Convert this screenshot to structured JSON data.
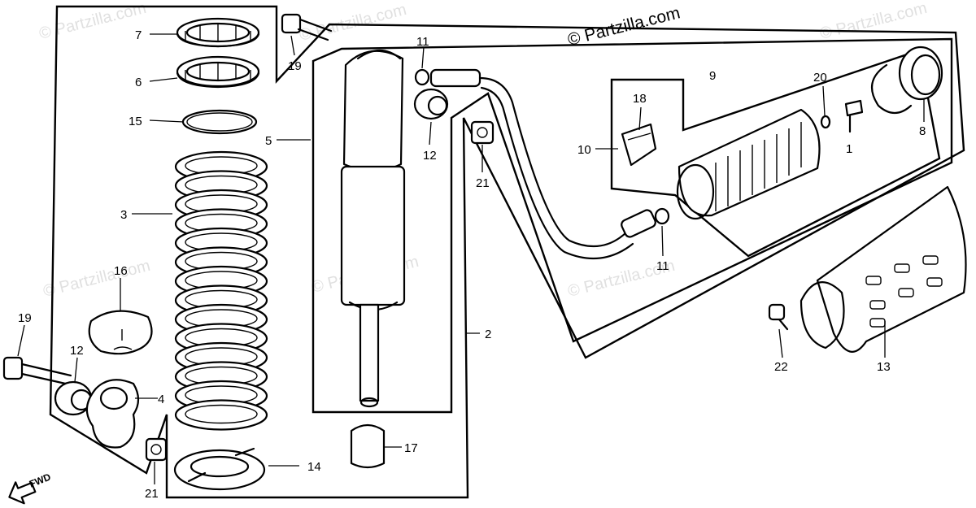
{
  "watermark": {
    "top_text": "© Partzilla.com",
    "repeat_text": "© Partzilla.com"
  },
  "fwd_label": "FWD",
  "callouts": {
    "c1": "1",
    "c2": "2",
    "c3": "3",
    "c4": "4",
    "c5": "5",
    "c6": "6",
    "c7": "7",
    "c8": "8",
    "c9": "9",
    "c10": "10",
    "c11a": "11",
    "c11b": "11",
    "c12a": "12",
    "c12b": "12",
    "c13": "13",
    "c14": "14",
    "c15": "15",
    "c16": "16",
    "c17": "17",
    "c18": "18",
    "c19a": "19",
    "c19b": "19",
    "c20": "20",
    "c21a": "21",
    "c21b": "21",
    "c22": "22"
  },
  "colors": {
    "line": "#000000",
    "background": "#ffffff",
    "watermark": "#c8c8c8"
  }
}
